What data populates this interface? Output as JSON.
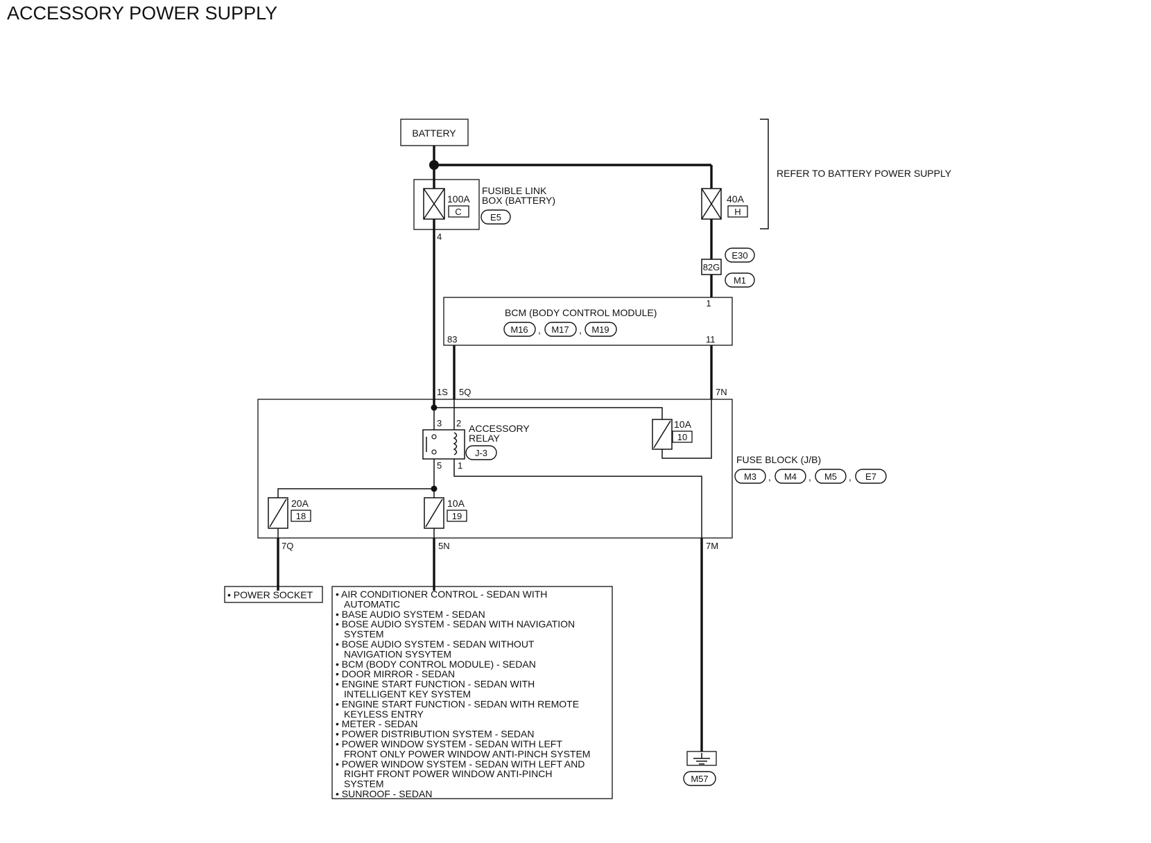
{
  "title": "ACCESSORY POWER SUPPLY",
  "battery": "BATTERY",
  "refer_note": "REFER TO BATTERY POWER SUPPLY",
  "fusible_link": {
    "line1": "FUSIBLE LINK",
    "line2": "BOX (BATTERY)",
    "connector": "E5",
    "fuse_main": {
      "rating": "100A",
      "id": "C",
      "pin": "4"
    },
    "fuse_bcm": {
      "rating": "40A",
      "id": "H"
    }
  },
  "joint": {
    "code": "82G",
    "connector_top": "E30",
    "connector_bottom": "M1"
  },
  "bcm": {
    "label": "BCM (BODY CONTROL MODULE)",
    "connectors": [
      "M16",
      "M17",
      "M19"
    ],
    "pin_in": "1",
    "pin_left": "83",
    "pin_right": "11"
  },
  "fuse_block": {
    "label": "FUSE BLOCK (J/B)",
    "connectors": [
      "M3",
      "M4",
      "M5",
      "E7"
    ],
    "pins": {
      "in_1s": "1S",
      "in_5q": "5Q",
      "in_7n": "7N",
      "out_7q": "7Q",
      "out_5n": "5N",
      "out_7m": "7M"
    }
  },
  "relay": {
    "line1": "ACCESSORY",
    "line2": "RELAY",
    "connector": "J-3",
    "pins": {
      "p3": "3",
      "p2": "2",
      "p5": "5",
      "p1": "1"
    }
  },
  "fuses": {
    "f10": {
      "rating": "10A",
      "id": "10"
    },
    "f18": {
      "rating": "20A",
      "id": "18"
    },
    "f19": {
      "rating": "10A",
      "id": "19"
    }
  },
  "power_socket": "• POWER SOCKET",
  "loads": [
    "• AIR CONDITIONER CONTROL - SEDAN WITH",
    "AUTOMATIC",
    "• BASE AUDIO SYSTEM - SEDAN",
    "• BOSE AUDIO SYSTEM - SEDAN WITH NAVIGATION",
    "SYSTEM",
    "• BOSE AUDIO SYSTEM - SEDAN WITHOUT",
    "NAVIGATION SYSYTEM",
    "• BCM (BODY CONTROL MODULE) - SEDAN",
    "• DOOR MIRROR - SEDAN",
    "• ENGINE START FUNCTION - SEDAN WITH",
    "INTELLIGENT KEY SYSTEM",
    "• ENGINE START FUNCTION - SEDAN WITH REMOTE",
    "KEYLESS ENTRY",
    "• METER - SEDAN",
    "• POWER DISTRIBUTION SYSTEM - SEDAN",
    "• POWER WINDOW SYSTEM - SEDAN WITH LEFT",
    "FRONT ONLY POWER WINDOW ANTI-PINCH SYSTEM",
    "• POWER WINDOW SYSTEM - SEDAN WITH LEFT AND",
    "RIGHT FRONT POWER WINDOW ANTI-PINCH",
    "SYSTEM",
    "• SUNROOF - SEDAN"
  ],
  "ground": "M57"
}
